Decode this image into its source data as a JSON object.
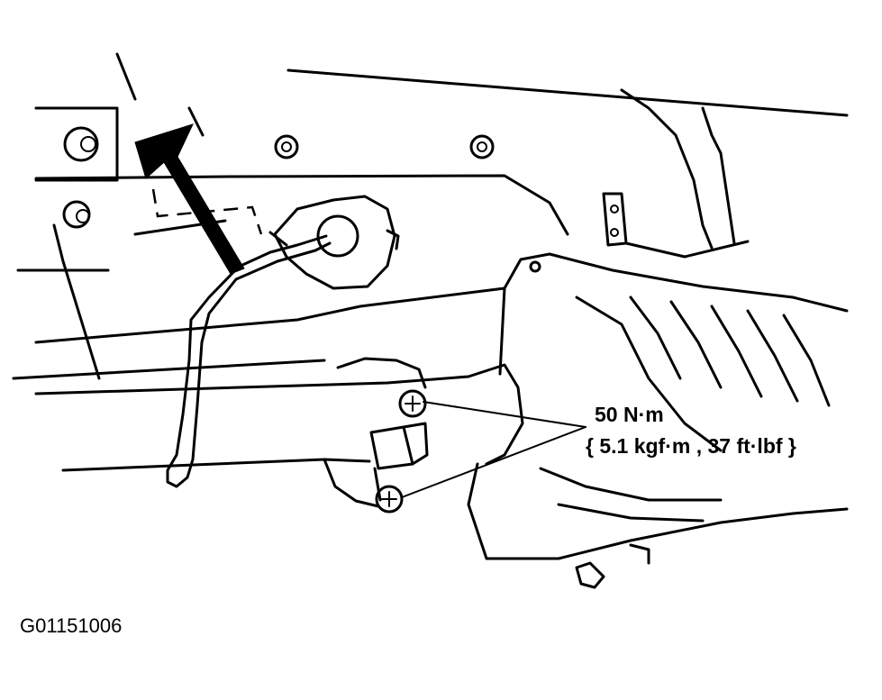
{
  "callout": {
    "torque_value": "50 N·m",
    "torque_alt": "{ 5.1 kgf·m , 37 ft·lbf }"
  },
  "figure_code": "G01151006",
  "icons": {
    "pointer": "pointer-arrow-icon"
  },
  "colors": {
    "ink": "#000000",
    "paper": "#ffffff"
  }
}
